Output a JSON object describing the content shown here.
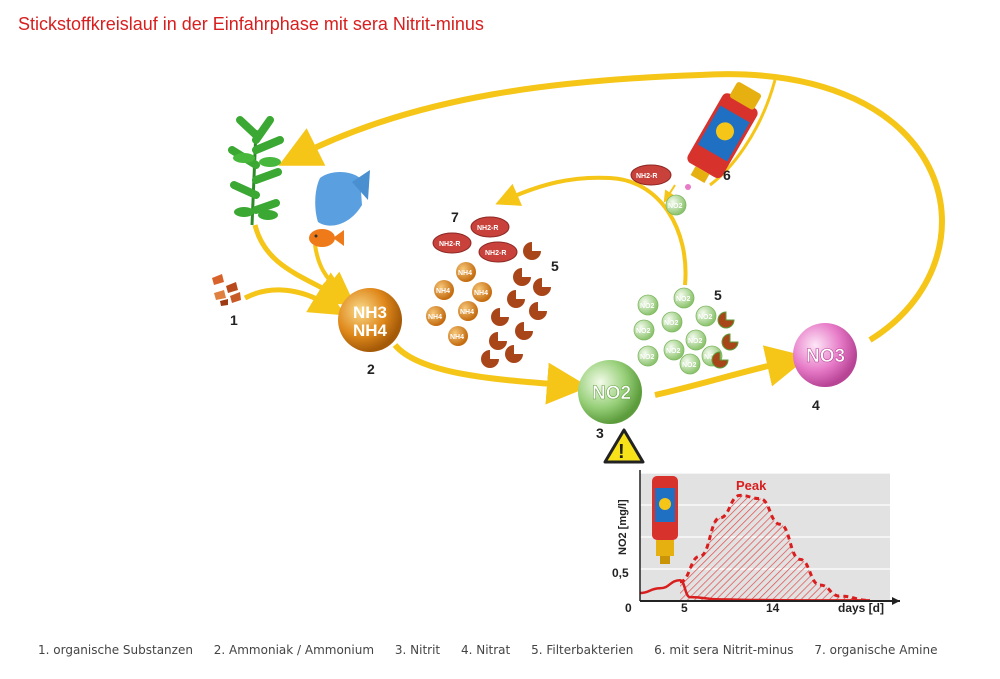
{
  "title": "Stickstoffkreislauf in der Einfahrphase mit sera Nitrit-minus",
  "numbers": [
    "1",
    "2",
    "3",
    "4",
    "5",
    "5",
    "6",
    "7"
  ],
  "formulas": {
    "nh3": "NH3",
    "nh4": "NH4",
    "no2": "NO2",
    "no3": "NO3",
    "nh2r": "NH2-R",
    "nh4_small": "NH4",
    "no2_small": "NO2"
  },
  "warning_symbol": "!",
  "chart_data": {
    "type": "area",
    "ylabel": "NO2 [mg/l]",
    "xlabel": "days [d]",
    "x_ticks": [
      "0",
      "5",
      "14"
    ],
    "y_ticks": [
      "0,5"
    ],
    "annotation": "Peak",
    "xlim": [
      0,
      25
    ],
    "ylim": [
      0,
      4
    ],
    "series": [
      {
        "style": "dashed",
        "x": [
          4,
          6,
          8,
          10,
          12,
          14,
          16,
          18,
          20,
          23
        ],
        "y": [
          0.6,
          1.4,
          2.6,
          3.3,
          3.2,
          2.4,
          1.3,
          0.5,
          0.15,
          0.02
        ]
      },
      {
        "style": "solid",
        "x": [
          0,
          2,
          4,
          5,
          8,
          12,
          17,
          23
        ],
        "y": [
          0.25,
          0.4,
          0.65,
          0.12,
          0.05,
          0.03,
          0.02,
          0.02
        ]
      }
    ]
  },
  "legend": [
    "1. organische Substanzen",
    "2. Ammoniak / Ammonium",
    "3. Nitrit",
    "4. Nitrat",
    "5. Filterbakterien",
    "6. mit sera Nitrit-minus",
    "7. organische Amine"
  ],
  "colors": {
    "title": "#d81e1e",
    "arrow": "#f5c518",
    "nh_ball": "#e0891c",
    "no2_ball": "#98d07a",
    "no3_ball": "#e77bc8",
    "amine": "#c8413b",
    "bacteria": "#a8461a",
    "plant": "#3aa832",
    "fish_blue": "#5aa0e0",
    "fish_orange": "#ef7a19"
  }
}
